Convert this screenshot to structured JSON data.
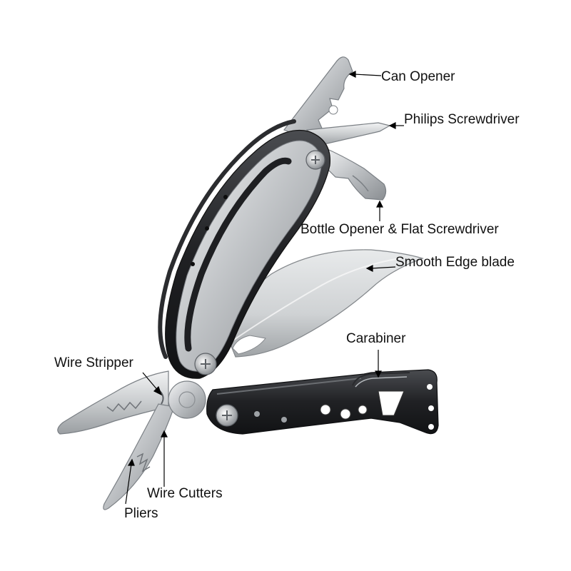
{
  "labels": {
    "can_opener": "Can Opener",
    "philips_screwdriver": "Philips Screwdriver",
    "bottle_opener_flat_screwdriver": "Bottle Opener & Flat Screwdriver",
    "smooth_edge_blade": "Smooth Edge blade",
    "carabiner": "Carabiner",
    "wire_stripper": "Wire Stripper",
    "wire_cutters": "Wire Cutters",
    "pliers": "Pliers"
  },
  "colors": {
    "steel_light": "#e4e6e8",
    "steel_mid": "#b4b8bc",
    "steel_dark": "#6e7378",
    "handle_black": "#1c1d1f",
    "handle_edge": "#3a3c3f",
    "leader_line": "#000000"
  }
}
